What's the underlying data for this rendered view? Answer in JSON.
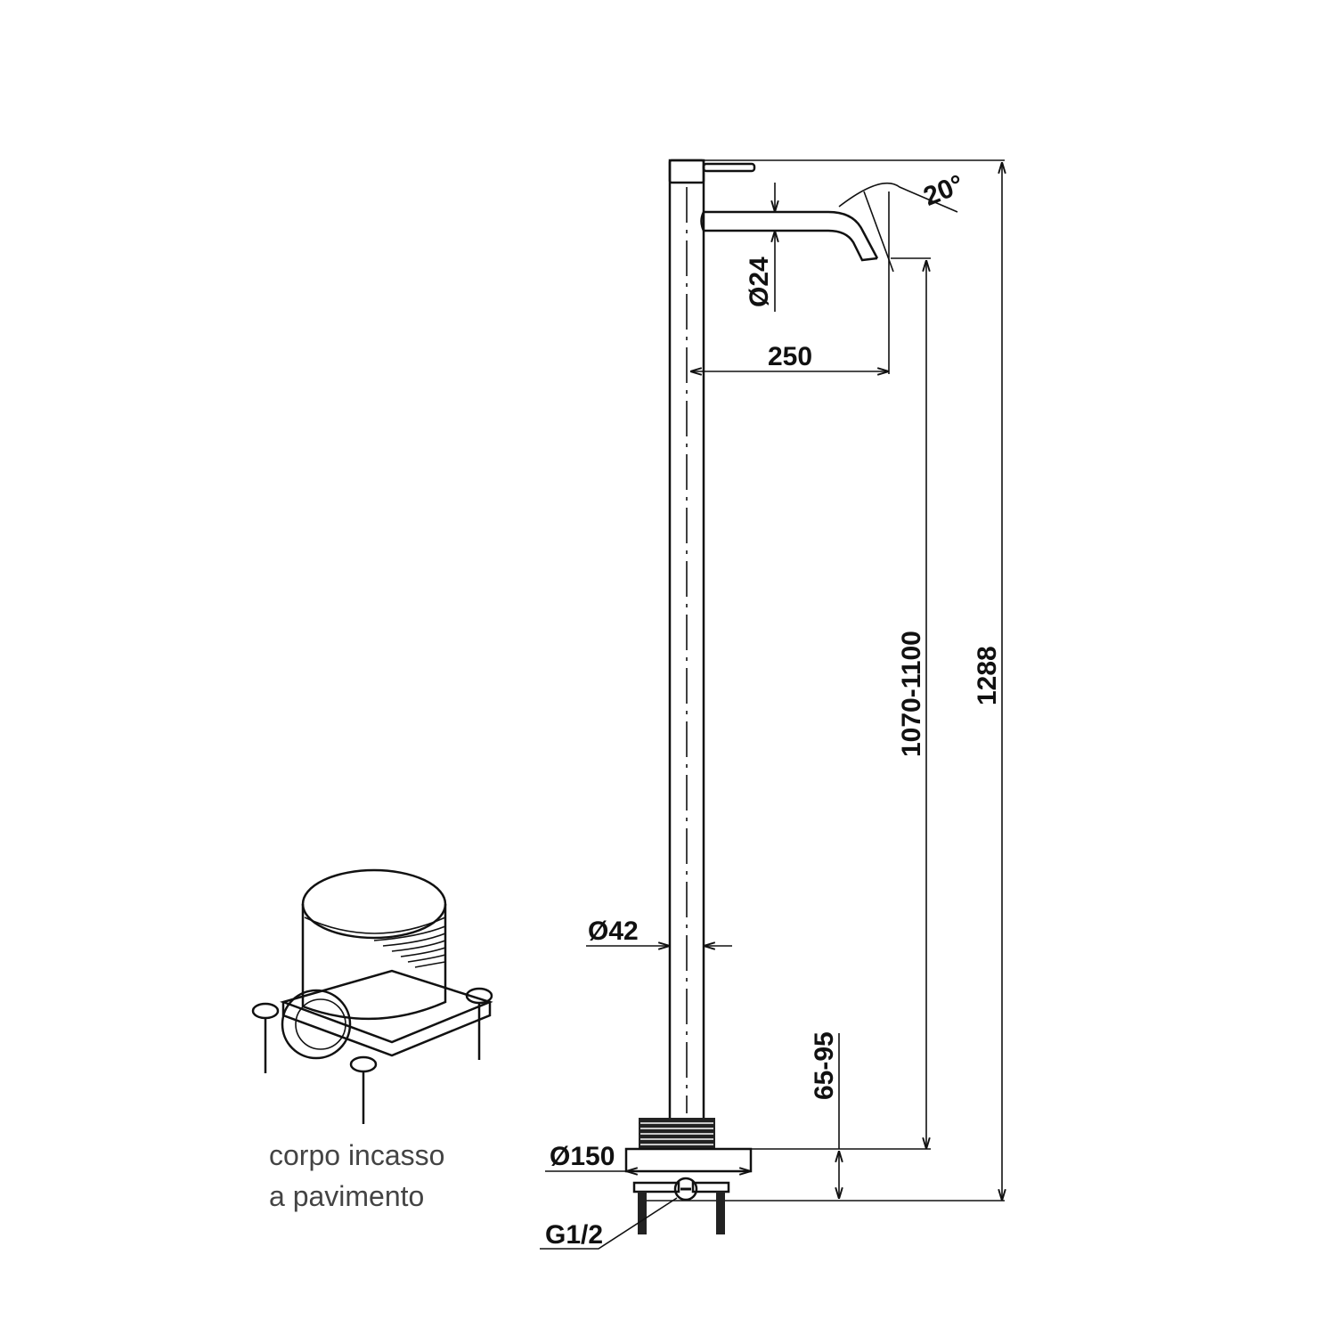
{
  "dimensions": {
    "angle": "20°",
    "spout_diameter": "Ø24",
    "spout_reach": "250",
    "spout_height": "1070-1100",
    "total_height": "1288",
    "column_diameter": "Ø42",
    "embed_depth": "65-95",
    "base_diameter": "Ø150",
    "connection": "G1/2"
  },
  "caption": {
    "line1": "corpo incasso",
    "line2": "a pavimento"
  }
}
